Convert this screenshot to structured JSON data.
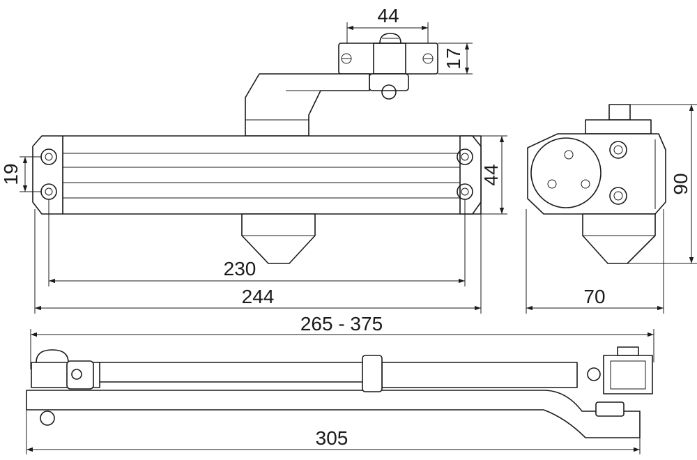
{
  "dimensions": {
    "bracket_width": "44",
    "bracket_height": "17",
    "hole_spacing": "19",
    "body_height": "44",
    "hole_distance": "230",
    "body_length": "244",
    "side_depth": "70",
    "side_height": "90",
    "arm_range": "265 - 375",
    "arm_length": "305"
  }
}
